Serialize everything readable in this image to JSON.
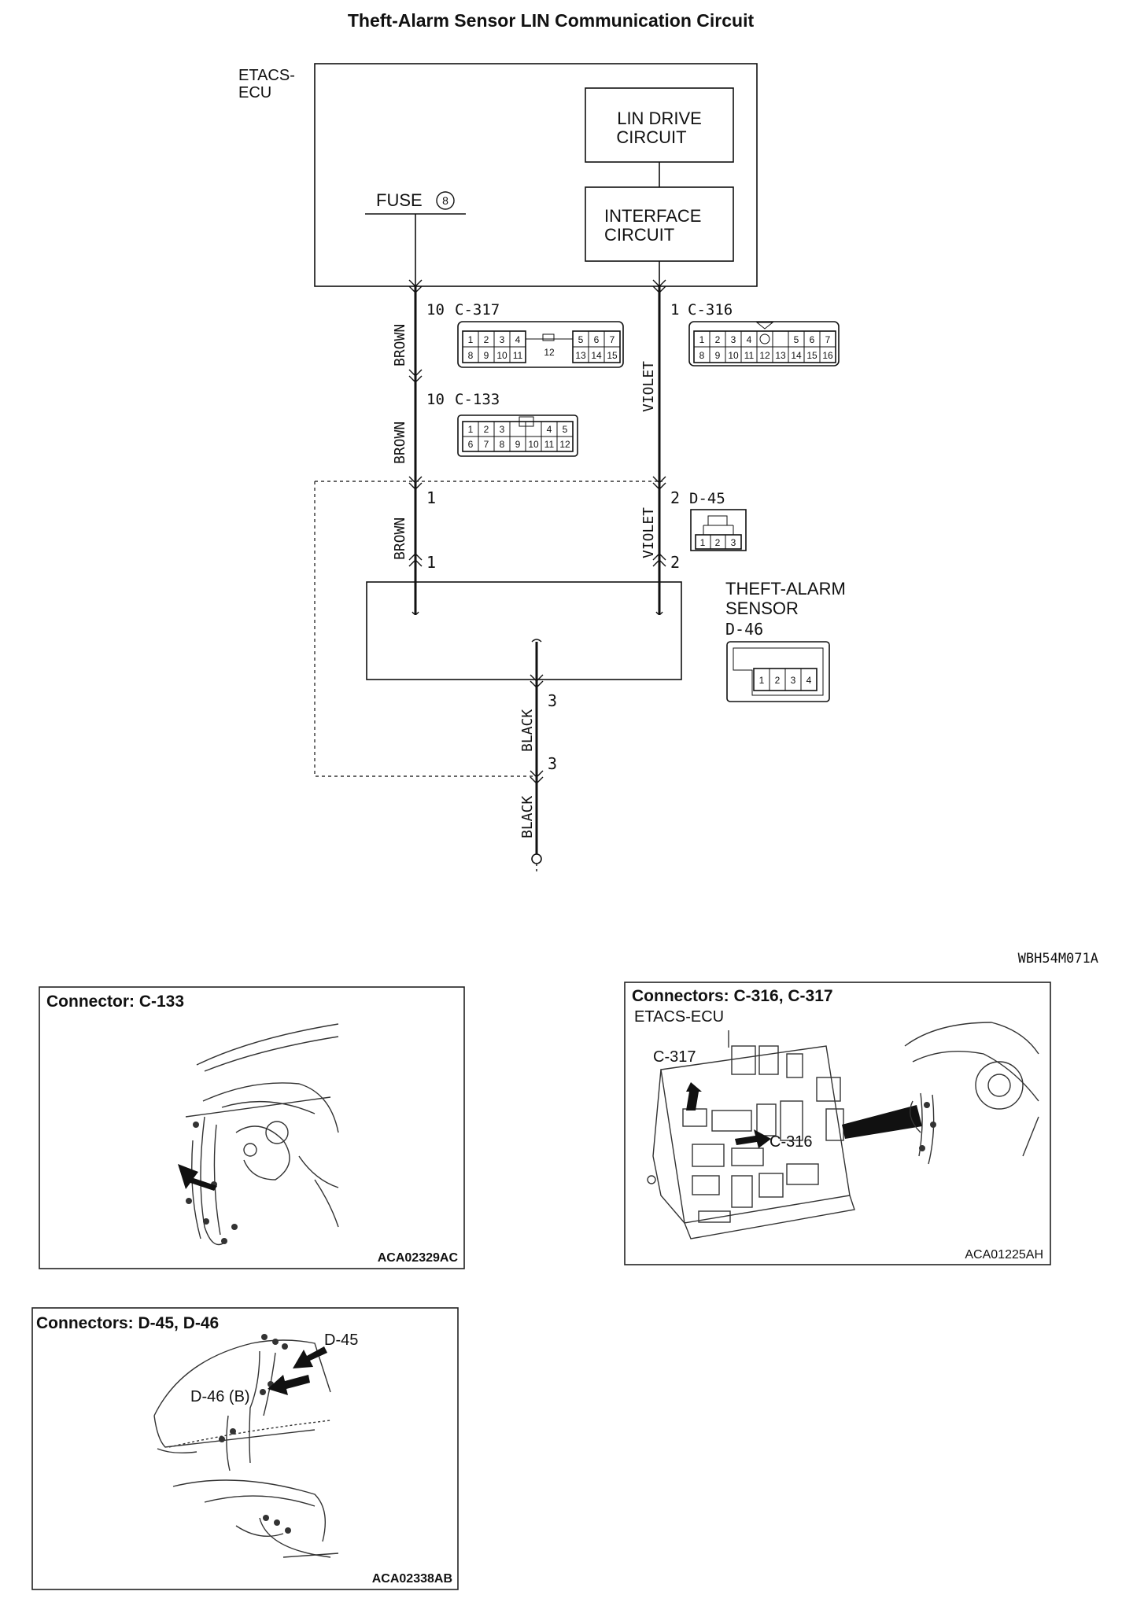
{
  "title": "Theft-Alarm Sensor LIN Communication Circuit",
  "ecu": {
    "label_line1": "ETACS-",
    "label_line2": "ECU",
    "lin_drive_line1": "LIN DRIVE",
    "lin_drive_line2": "CIRCUIT",
    "interface_line1": "INTERFACE",
    "interface_line2": "CIRCUIT",
    "fuse_label": "FUSE",
    "fuse_number": "8"
  },
  "wires": {
    "brown": "BROWN",
    "violet": "VIOLET",
    "black": "BLACK"
  },
  "connectors": {
    "c317": {
      "pin": "10",
      "name": "C-317",
      "row1": [
        "1",
        "2",
        "3",
        "4",
        "",
        "5",
        "6",
        "7"
      ],
      "row2": [
        "8",
        "9",
        "10",
        "11",
        "12",
        "13",
        "14",
        "15"
      ]
    },
    "c316": {
      "pin": "1",
      "name": "C-316",
      "row1": [
        "1",
        "2",
        "3",
        "4",
        "",
        "5",
        "6",
        "7"
      ],
      "row2": [
        "8",
        "9",
        "10",
        "11",
        "12",
        "13",
        "14",
        "15",
        "16"
      ]
    },
    "c133": {
      "pin": "10",
      "name": "C-133",
      "row1": [
        "1",
        "2",
        "3",
        "",
        "4",
        "5"
      ],
      "row2": [
        "6",
        "7",
        "8",
        "9",
        "10",
        "11",
        "12"
      ]
    },
    "d45": {
      "pin_top": "2",
      "name": "D-45",
      "row": [
        "1",
        "2",
        "3"
      ],
      "pin_bottom": "2"
    },
    "brown_pin_top": "1",
    "brown_pin_bottom": "1",
    "black_pin_top": "3",
    "black_pin_bottom": "3"
  },
  "sensor": {
    "line1": "THEFT-ALARM",
    "line2": "SENSOR",
    "name": "D-46",
    "pins": [
      "1",
      "2",
      "3",
      "4"
    ]
  },
  "diagram_code": "WBH54M071A",
  "panels": {
    "c133": {
      "title": "Connector: C-133",
      "code": "ACA02329AC"
    },
    "c316_317": {
      "title": "Connectors: C-316, C-317",
      "subtitle": "ETACS-ECU",
      "label_c317": "C-317",
      "label_c316": "C-316",
      "code": "ACA01225AH"
    },
    "d45_46": {
      "title": "Connectors: D-45, D-46",
      "label_d45": "D-45",
      "label_d46": "D-46 (B)",
      "code": "ACA02338AB"
    }
  }
}
